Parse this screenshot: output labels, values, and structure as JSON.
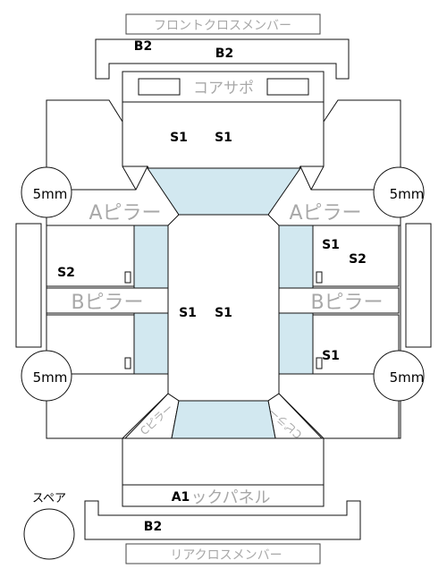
{
  "labels": {
    "front_cross_member": "フロントクロスメンバー",
    "core_support": "コアサポ",
    "a_pillar": "Aピラー",
    "b_pillar": "Bピラー",
    "back_panel": "ックパネル",
    "rear_cross_member": "リアクロスメンバー",
    "spare": "スペア",
    "c_pillar_rotated": "Cピラー"
  },
  "marks": {
    "b2": "B2",
    "s1": "S1",
    "s2": "S2",
    "a1": "A1",
    "mm5": "5mm"
  },
  "colors": {
    "glass": "#d2e8f0",
    "gray_label": "#a8a8a8",
    "line": "#111111"
  }
}
